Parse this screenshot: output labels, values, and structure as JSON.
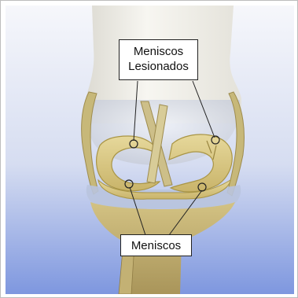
{
  "labels": {
    "top_line1": "Meniscos",
    "top_line2": "Lesionados",
    "bottom": "Meniscos"
  },
  "colors": {
    "background_top": "#f4f6fb",
    "background_bottom": "#7f9ae0",
    "bone": "#f3f1ea",
    "meniscus": "#d9c98a",
    "meniscus_edge": "#a99545",
    "ligament": "#c9bc86",
    "tibia": "#cbb978",
    "callout_border": "#222222"
  },
  "icons": {
    "marker": "circle-marker-icon"
  }
}
